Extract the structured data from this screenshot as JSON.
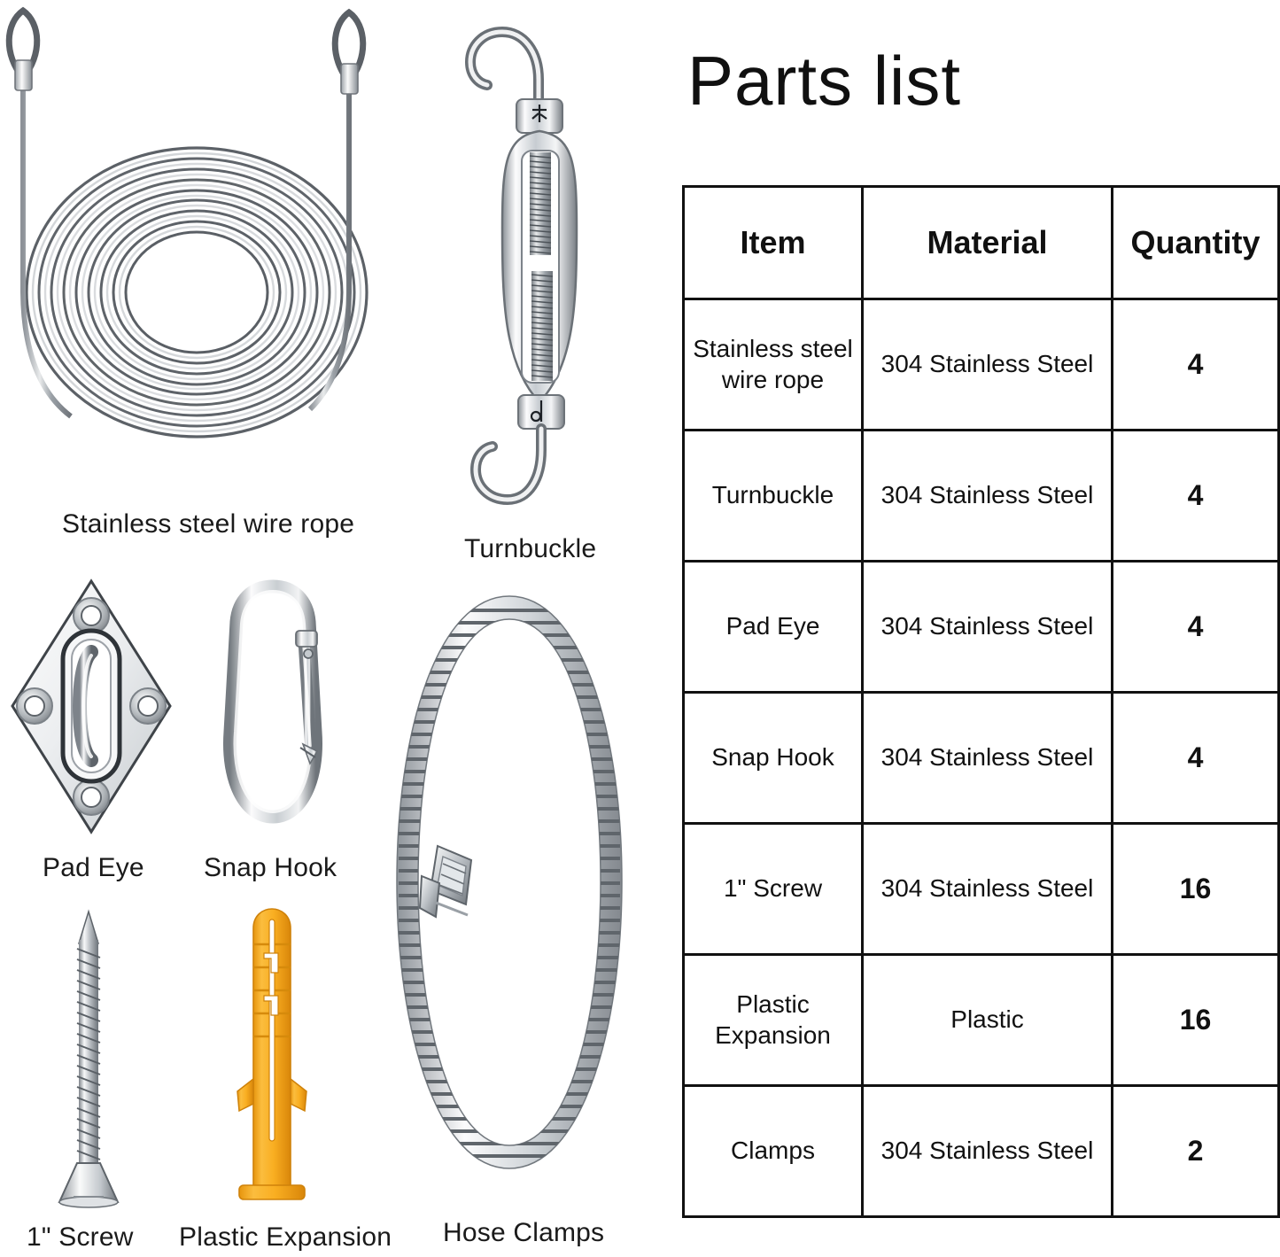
{
  "header": {
    "title": "Parts  list"
  },
  "table": {
    "columns": [
      "Item",
      "Material",
      "Quantity"
    ],
    "rows": [
      {
        "item": "Stainless steel wire rope",
        "material": "304 Stainless Steel",
        "quantity": "4"
      },
      {
        "item": "Turnbuckle",
        "material": "304 Stainless Steel",
        "quantity": "4"
      },
      {
        "item": "Pad Eye",
        "material": "304 Stainless Steel",
        "quantity": "4"
      },
      {
        "item": "Snap Hook",
        "material": "304 Stainless Steel",
        "quantity": "4"
      },
      {
        "item": "1\" Screw",
        "material": "304 Stainless Steel",
        "quantity": "16"
      },
      {
        "item": "Plastic Expansion",
        "material": "Plastic",
        "quantity": "16"
      },
      {
        "item": "Clamps",
        "material": "304 Stainless Steel",
        "quantity": "2"
      }
    ]
  },
  "figures": {
    "wire_rope": {
      "caption": "Stainless steel wire rope"
    },
    "turnbuckle": {
      "caption": "Turnbuckle"
    },
    "pad_eye": {
      "caption": "Pad Eye"
    },
    "snap_hook": {
      "caption": "Snap Hook"
    },
    "screw": {
      "caption": "1\" Screw"
    },
    "plastic_expansion": {
      "caption": "Plastic Expansion"
    },
    "hose_clamps": {
      "caption": "Hose Clamps"
    }
  },
  "colors": {
    "background": "#ffffff",
    "text": "#111111",
    "table_border": "#111111",
    "steel_light": "#f2f3f4",
    "steel_mid": "#b9bdc1",
    "steel_dark": "#6b7075",
    "steel_outline": "#4a4f54",
    "plastic_orange": "#f5a623",
    "plastic_orange_dark": "#e08a0c"
  }
}
